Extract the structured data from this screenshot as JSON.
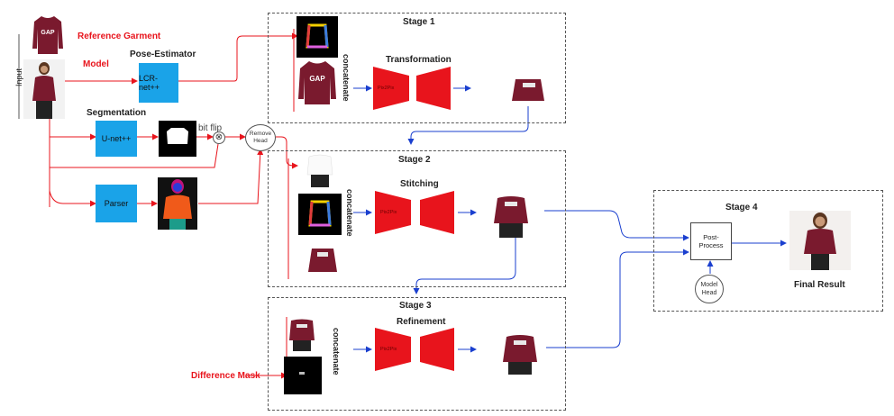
{
  "inputs": {
    "input_label": "Input",
    "reference_garment": "Reference Garment",
    "model": "Model",
    "difference_mask": "Difference Mask"
  },
  "modules": {
    "pose_estimator_title": "Pose-Estimator",
    "pose_net": "LCR-net++",
    "segmentation_title": "Segmentation",
    "unet": "U-net++",
    "parser": "Parser",
    "bit_flip": "bit flip",
    "remove_head": "Remove Head"
  },
  "stages": {
    "stage1": {
      "title": "Stage 1",
      "op": "Transformation",
      "concat": "concatenate"
    },
    "stage2": {
      "title": "Stage 2",
      "op": "Stitching",
      "concat": "concatenate"
    },
    "stage3": {
      "title": "Stage 3",
      "op": "Refinement",
      "concat": "concatenate"
    },
    "stage4": {
      "title": "Stage 4",
      "post_process": "Post-Process",
      "model_head": "Model Head",
      "final": "Final Result"
    }
  },
  "network_label": "Pix2Pix",
  "colors": {
    "red": "#e8141c",
    "blue": "#1a3fcf",
    "cyan": "#1aa3e8",
    "garment": "#7a1a2e"
  }
}
